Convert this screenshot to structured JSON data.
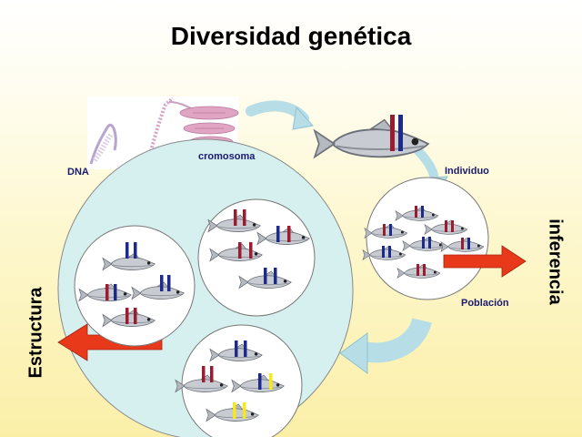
{
  "title": "Diversidad genética",
  "labels": {
    "dna": "DNA",
    "chromosome": "cromosoma",
    "individual": "Individuo",
    "population": "Población",
    "inference": "inferencia",
    "structure": "Estructura"
  },
  "colors": {
    "allele_red": "#9b1b30",
    "allele_blue": "#1c2a8a",
    "allele_yellow": "#f4ea1a",
    "arrow_red": "#e8391a",
    "arrow_blue": "#b7dde6",
    "ellipse_fill": "#d6f0ef"
  }
}
